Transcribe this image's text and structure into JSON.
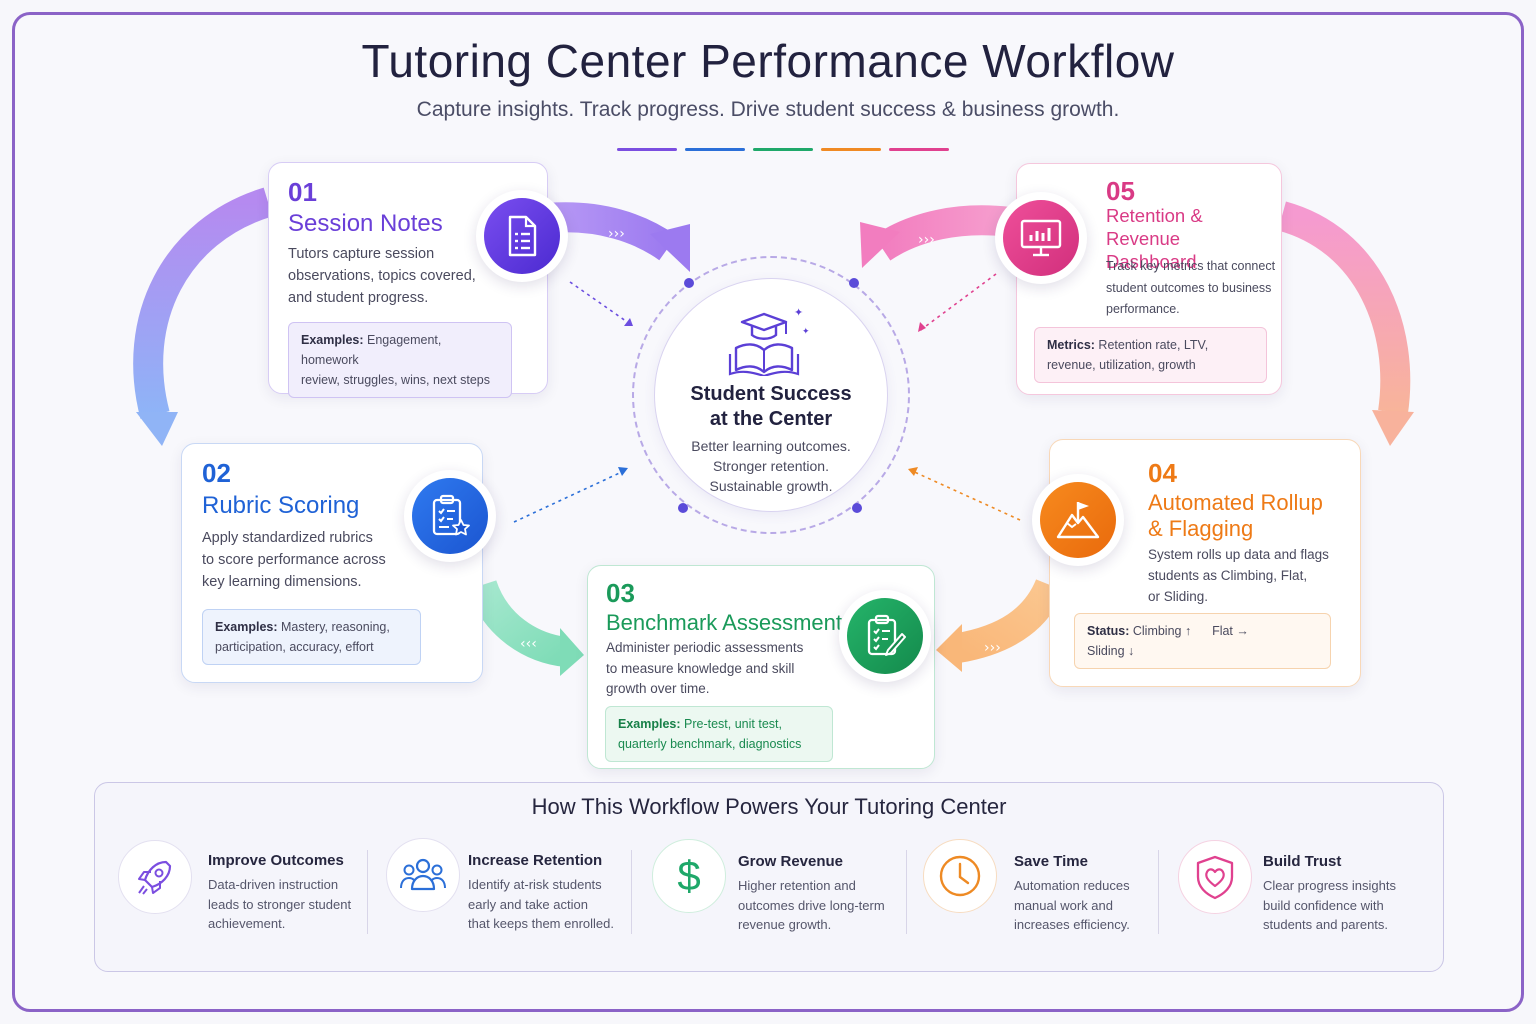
{
  "title": "Tutoring Center Performance Workflow",
  "subtitle": "Capture insights. Track progress. Drive student success & business growth.",
  "accent_colors": [
    "#7b4ee0",
    "#2b6fd8",
    "#1fa86a",
    "#f08a24",
    "#e0418f"
  ],
  "center": {
    "title_line1": "Student Success",
    "title_line2": "at the Center",
    "desc_line1": "Better learning outcomes.",
    "desc_line2": "Stronger retention.",
    "desc_line3": "Sustainable growth.",
    "icon": "graduation-cap-book-icon"
  },
  "steps": [
    {
      "number": "01",
      "title": "Session Notes",
      "desc": [
        "Tutors capture session",
        "observations, topics covered,",
        "and student progress."
      ],
      "examples_label": "Examples:",
      "examples_line1": "Engagement, homework",
      "examples_line2": "review, struggles, wins, next steps",
      "icon": "document-list-icon",
      "color": "#6a3fd8"
    },
    {
      "number": "02",
      "title": "Rubric Scoring",
      "desc": [
        "Apply standardized rubrics",
        "to score performance across",
        "key learning dimensions."
      ],
      "examples_label": "Examples:",
      "examples_line1": "Mastery, reasoning,",
      "examples_line2": "participation, accuracy, effort",
      "icon": "clipboard-star-icon",
      "color": "#1f62d6"
    },
    {
      "number": "03",
      "title": "Benchmark Assessments",
      "desc": [
        "Administer periodic assessments",
        "to measure knowledge and skill",
        "growth over time."
      ],
      "examples_label": "Examples:",
      "examples_line1": "Pre-test, unit test,",
      "examples_line2": "quarterly benchmark, diagnostics",
      "icon": "clipboard-check-pencil-icon",
      "color": "#1a9a5a"
    },
    {
      "number": "04",
      "title_line1": "Automated Rollup",
      "title_line2": "& Flagging",
      "desc": [
        "System rolls up data and flags",
        "students as Climbing, Flat,",
        "or Sliding."
      ],
      "status_label": "Status:",
      "status_climbing": "Climbing ↑",
      "status_flat": "Flat →",
      "status_sliding": "Sliding ↓",
      "icon": "mountain-flag-icon",
      "color": "#ee7a16"
    },
    {
      "number": "05",
      "title_line1": "Retention & Revenue",
      "title_line2": "Dashboard",
      "desc": [
        "Track key metrics that connect",
        "student outcomes to business",
        "performance."
      ],
      "metrics_label": "Metrics:",
      "metrics_line1": "Retention rate, LTV,",
      "metrics_line2": "revenue, utilization, growth",
      "icon": "monitor-chart-icon",
      "color": "#d93a85"
    }
  ],
  "bottom": {
    "title": "How This Workflow Powers Your Tutoring Center",
    "benefits": [
      {
        "title": "Improve Outcomes",
        "desc": [
          "Data-driven instruction",
          "leads to stronger student",
          "achievement."
        ],
        "icon": "rocket-icon",
        "color": "#7b4ee0"
      },
      {
        "title": "Increase Retention",
        "desc": [
          "Identify at-risk students",
          "early and take action",
          "that keeps them enrolled."
        ],
        "icon": "people-group-icon",
        "color": "#2b6fd8"
      },
      {
        "title": "Grow Revenue",
        "desc": [
          "Higher retention and",
          "outcomes drive long-term",
          "revenue growth."
        ],
        "icon": "dollar-icon",
        "color": "#1fa86a"
      },
      {
        "title": "Save Time",
        "desc": [
          "Automation reduces",
          "manual work and",
          "increases efficiency."
        ],
        "icon": "clock-icon",
        "color": "#ee8a24"
      },
      {
        "title": "Build Trust",
        "desc": [
          "Clear progress insights",
          "build confidence with",
          "students and parents."
        ],
        "icon": "shield-heart-icon",
        "color": "#e0418f"
      }
    ]
  }
}
